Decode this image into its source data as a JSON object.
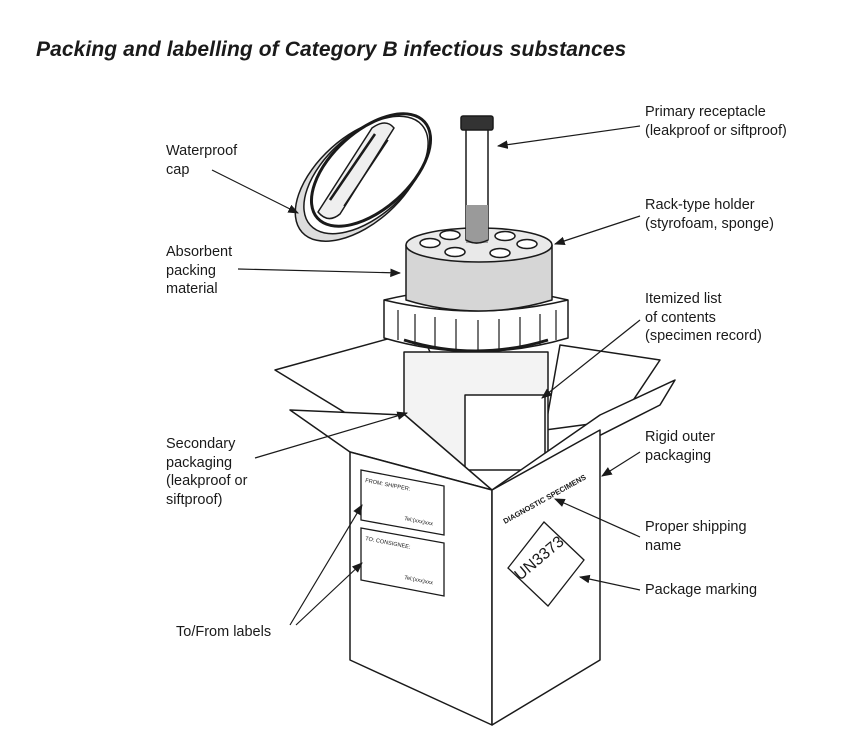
{
  "title": "Packing and labelling of Category B infectious substances",
  "labels": {
    "waterproof_cap": [
      "Waterproof",
      "cap"
    ],
    "absorbent": [
      "Absorbent",
      "packing",
      "material"
    ],
    "secondary": [
      "Secondary",
      "packaging",
      "(leakproof or",
      "siftproof)"
    ],
    "to_from": [
      "To/From labels"
    ],
    "primary": [
      "Primary receptacle",
      "(leakproof or siftproof)"
    ],
    "rack": [
      "Rack-type holder",
      "(styrofoam, sponge)"
    ],
    "itemized": [
      "Itemized list",
      "of contents",
      "(specimen record)"
    ],
    "rigid": [
      "Rigid outer",
      "packaging"
    ],
    "proper": [
      "Proper shipping",
      "name"
    ],
    "marking": [
      "Package marking"
    ]
  },
  "box_text": {
    "from_label": "FROM: SHIPPER:",
    "from_tel": "Tel:(xxx)xxx",
    "to_label": "TO: CONSIGNEE:",
    "to_tel": "Tel:(xxx)xxx",
    "shipping_name": "DIAGNOSTIC SPECIMENS",
    "un_mark": "UN3373"
  }
}
